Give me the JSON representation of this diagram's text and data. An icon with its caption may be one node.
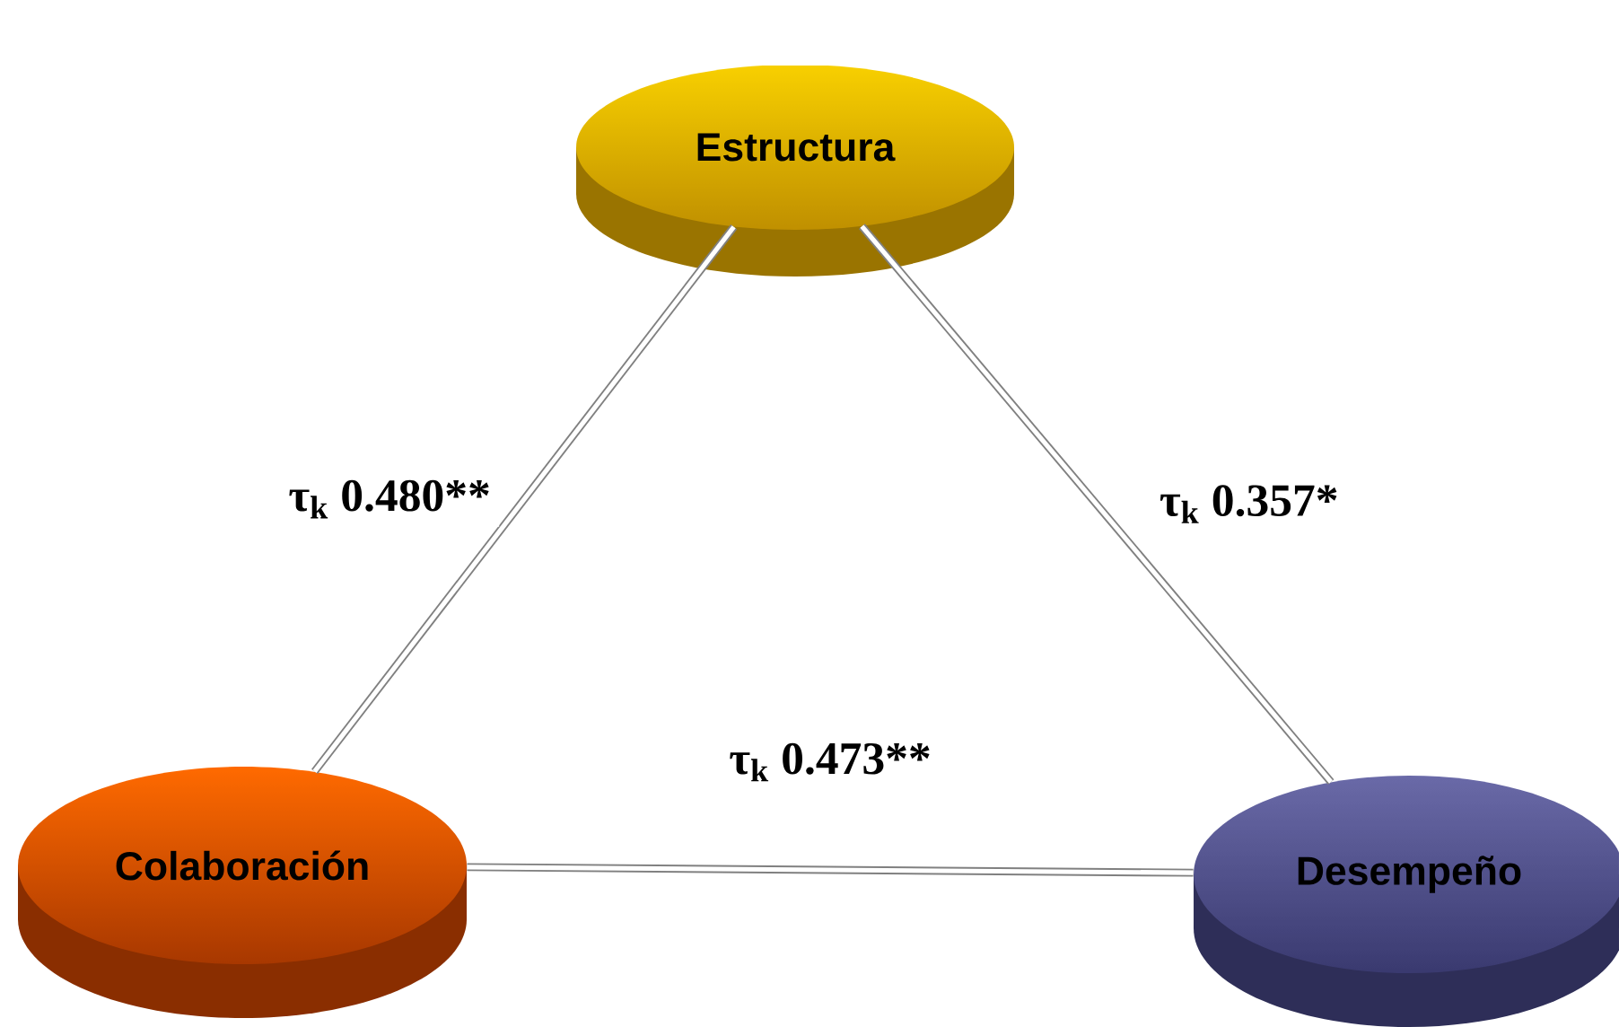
{
  "diagram": {
    "nodes": [
      {
        "text": [
          "Estructura"
        ]
      },
      {
        "text": [
          "Colaboración"
        ]
      },
      {
        "text": [
          "Desempeño"
        ]
      }
    ],
    "edges": [
      {
        "from": 0,
        "to": 1,
        "arrow": "none",
        "label": "τ$_{k}$   0.480**"
      },
      {
        "from": 0,
        "to": 2,
        "arrow": "none",
        "label": "τ$_{k}$   0.357*"
      },
      {
        "from": 1,
        "to": 2,
        "arrow": "none",
        "label": "τ$_{k}$   0.473**"
      }
    ]
  }
}
